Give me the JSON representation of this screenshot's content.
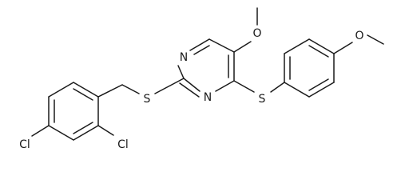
{
  "molecule": {
    "atom_labels": {
      "n_top": "N",
      "n_bottom": "N",
      "o_pyrimidine": "O",
      "o_phenyl": "O",
      "s_benzyl": "S",
      "s_aryl": "S",
      "cl_para": "Cl",
      "cl_ortho": "Cl"
    }
  }
}
